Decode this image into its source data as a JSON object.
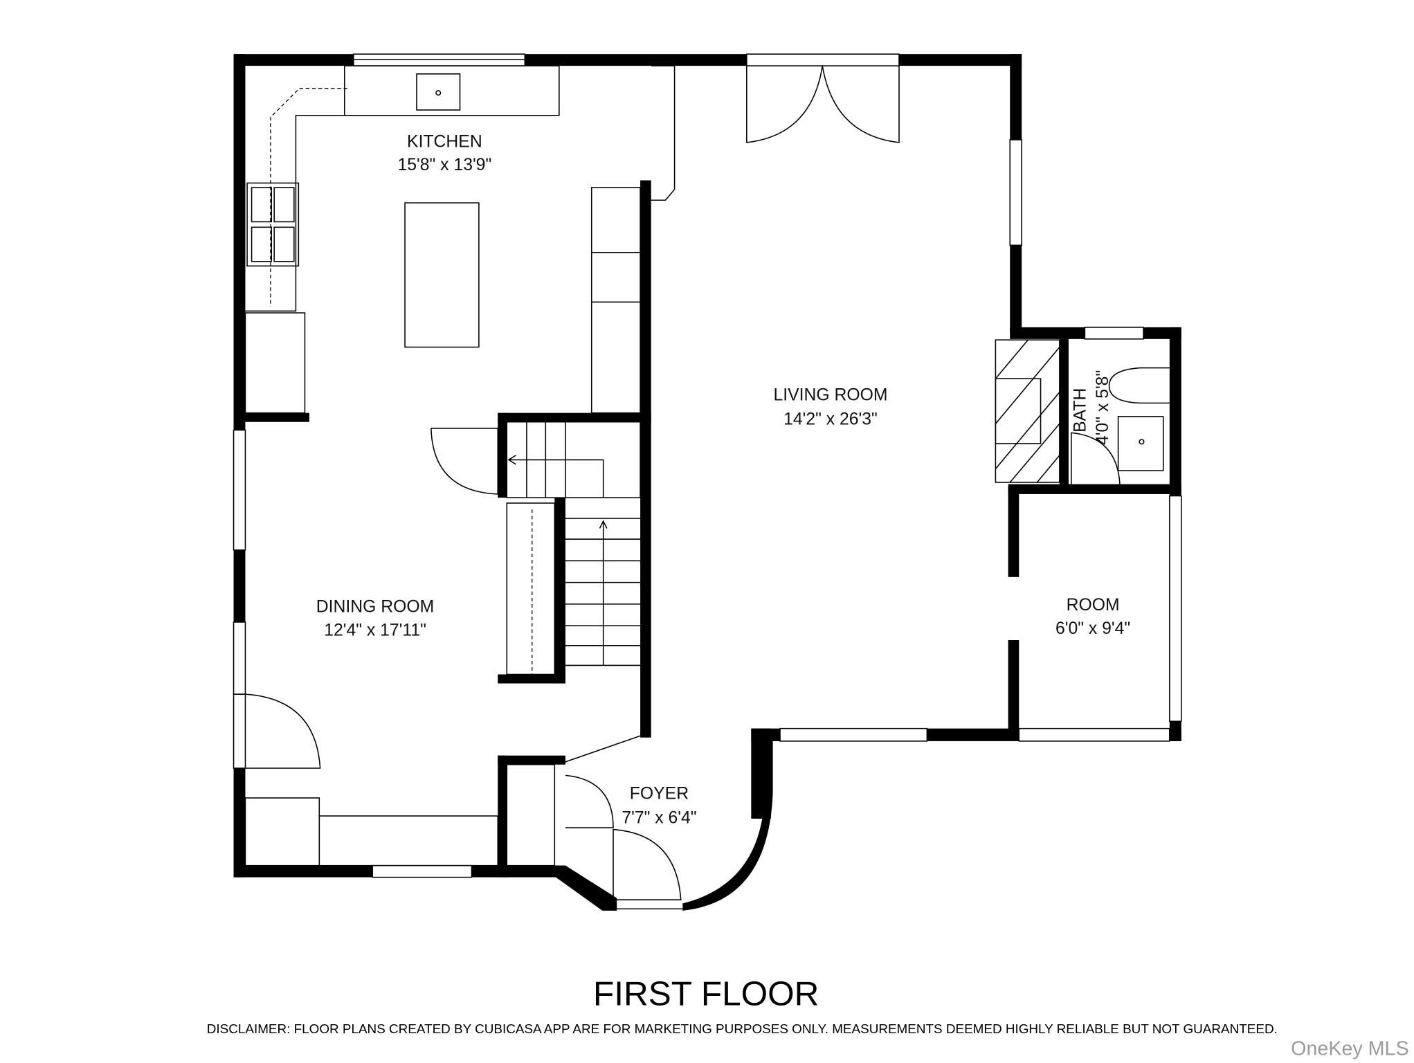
{
  "floor_title": "FIRST FLOOR",
  "disclaimer": "DISCLAIMER: FLOOR PLANS CREATED BY CUBICASA APP ARE FOR MARKETING PURPOSES ONLY. MEASUREMENTS DEEMED HIGHLY RELIABLE BUT NOT GUARANTEED.",
  "watermark": "OneKey MLS",
  "rooms": [
    {
      "name": "KITCHEN",
      "size": "15'8\" x 13'9\""
    },
    {
      "name": "LIVING ROOM",
      "size": "14'2\" x 26'3\""
    },
    {
      "name": "DINING ROOM",
      "size": "12'4\" x 17'11\""
    },
    {
      "name": "ROOM",
      "size": "6'0\" x 9'4\""
    },
    {
      "name": "FOYER",
      "size": "7'7\" x 6'4\""
    },
    {
      "name": "BATH",
      "size": "4'0\" x 5'8\""
    }
  ]
}
